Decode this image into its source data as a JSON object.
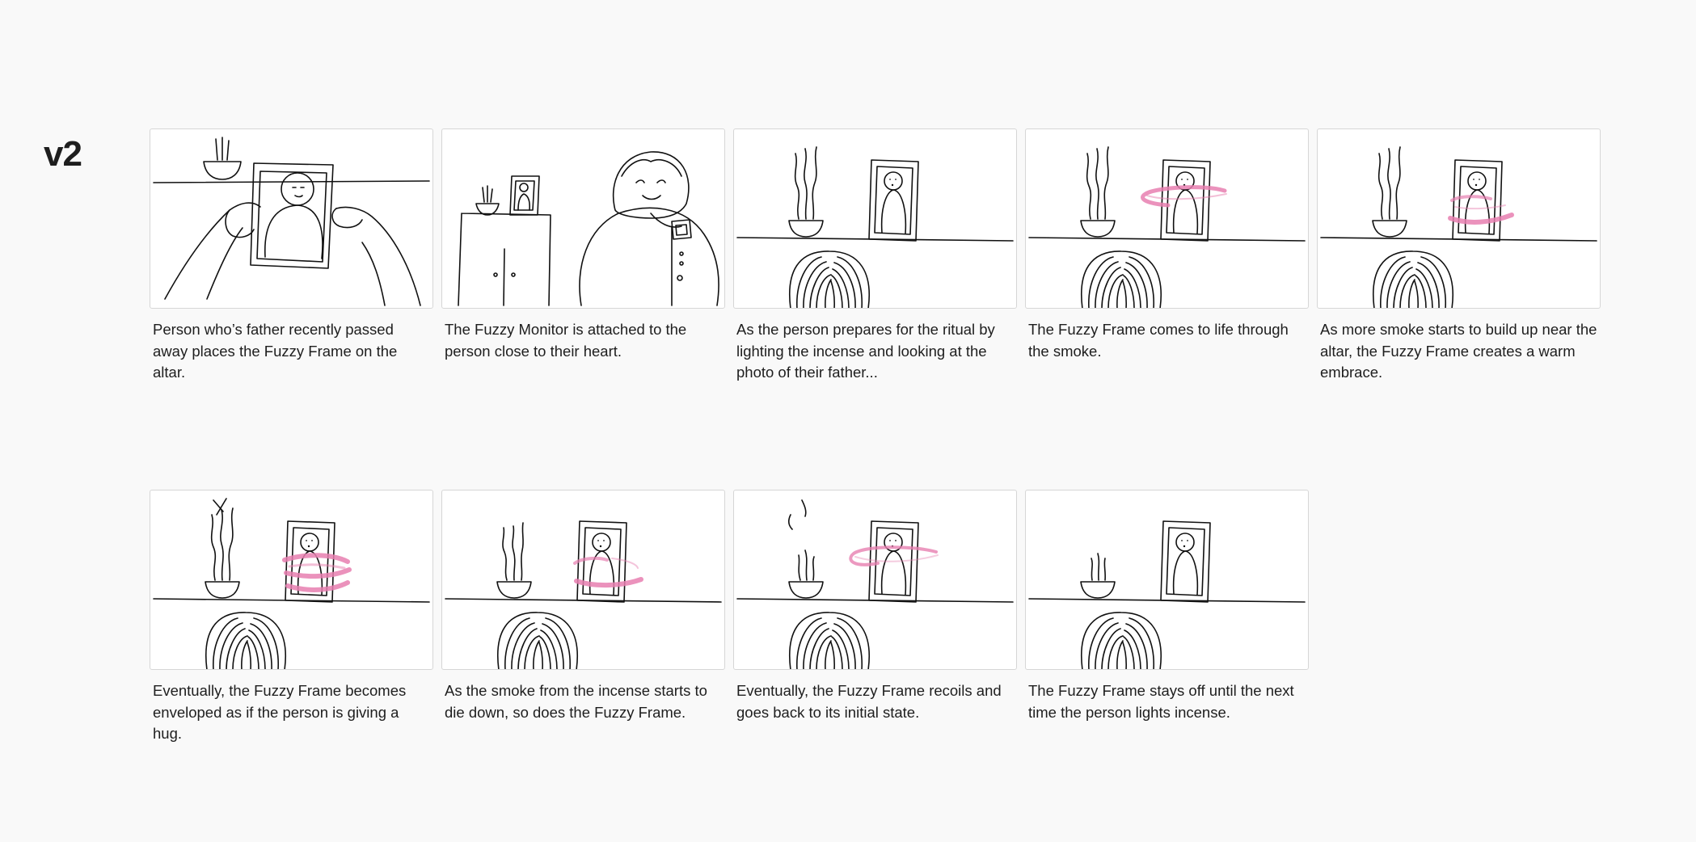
{
  "version_label": "v2",
  "frames": [
    {
      "caption": "Person who’s father recently passed away places the Fuzzy Frame on the altar."
    },
    {
      "caption": "The Fuzzy Monitor is attached to the person close to their heart."
    },
    {
      "caption": "As the person prepares for the ritual by lighting the incense and looking at the photo of their father..."
    },
    {
      "caption": "The Fuzzy Frame comes to life through the smoke."
    },
    {
      "caption": "As more smoke starts to build up near the altar, the Fuzzy Frame creates a warm embrace."
    },
    {
      "caption": "Eventually, the Fuzzy Frame becomes enveloped as if the person is giving a hug."
    },
    {
      "caption": "As the smoke from the incense starts to die down, so does the Fuzzy Frame."
    },
    {
      "caption": "Eventually, the Fuzzy Frame recoils and goes back to its initial state."
    },
    {
      "caption": "The Fuzzy Frame stays off until the next time the person lights incense."
    }
  ]
}
